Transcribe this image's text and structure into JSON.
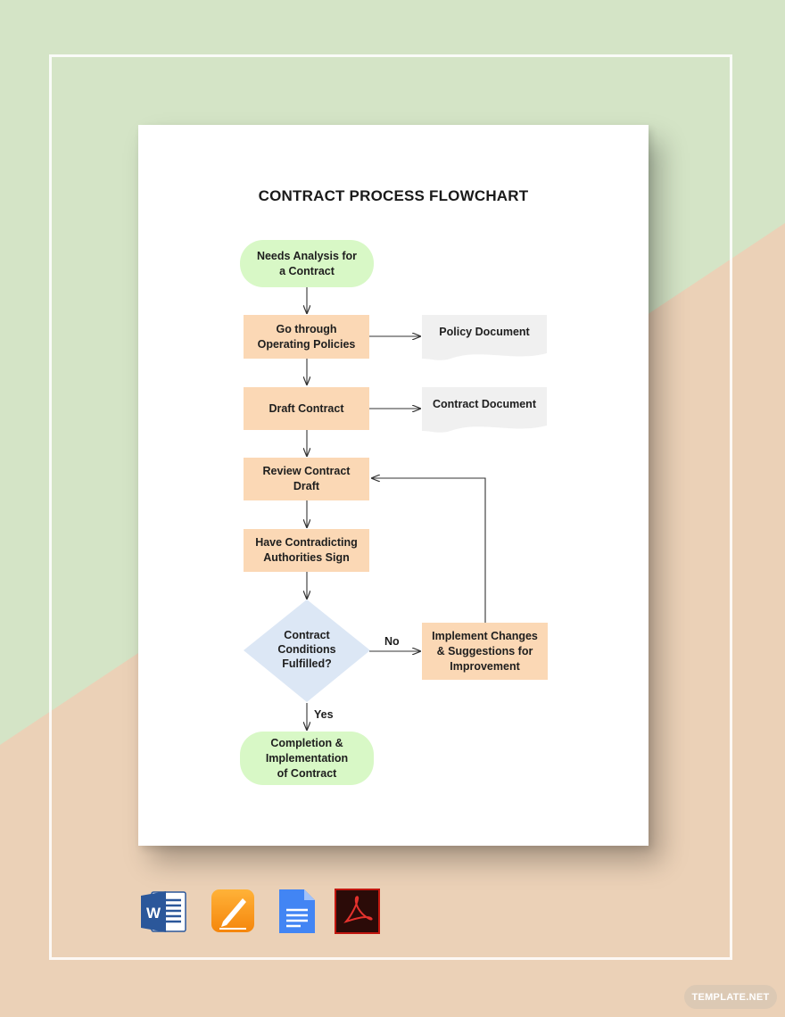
{
  "colors": {
    "background_green": "#d4e4c6",
    "background_peach": "#ebd1b7",
    "terminal_fill": "#d8f8c6",
    "process_fill": "#fbd8b5",
    "decision_fill": "#dce7f5",
    "document_fill": "#f0f0f0"
  },
  "flowchart": {
    "title": "CONTRACT PROCESS FLOWCHART",
    "nodes": {
      "start": "Needs Analysis for\na Contract",
      "policies": "Go through\nOperating Policies",
      "policy_doc": "Policy Document",
      "draft": "Draft Contract",
      "contract_doc": "Contract Document",
      "review": "Review Contract\nDraft",
      "authorities": "Have Contradicting\nAuthorities Sign",
      "decision": "Contract\nConditions\nFulfilled?",
      "implement": "Implement Changes\n& Suggestions for\nImprovement",
      "end": "Completion &\nImplementation\nof Contract"
    },
    "edge_labels": {
      "no": "No",
      "yes": "Yes"
    }
  },
  "apps": [
    {
      "name": "word-icon"
    },
    {
      "name": "pages-icon"
    },
    {
      "name": "google-docs-icon"
    },
    {
      "name": "pdf-icon"
    }
  ],
  "watermark": "TEMPLATE.NET"
}
